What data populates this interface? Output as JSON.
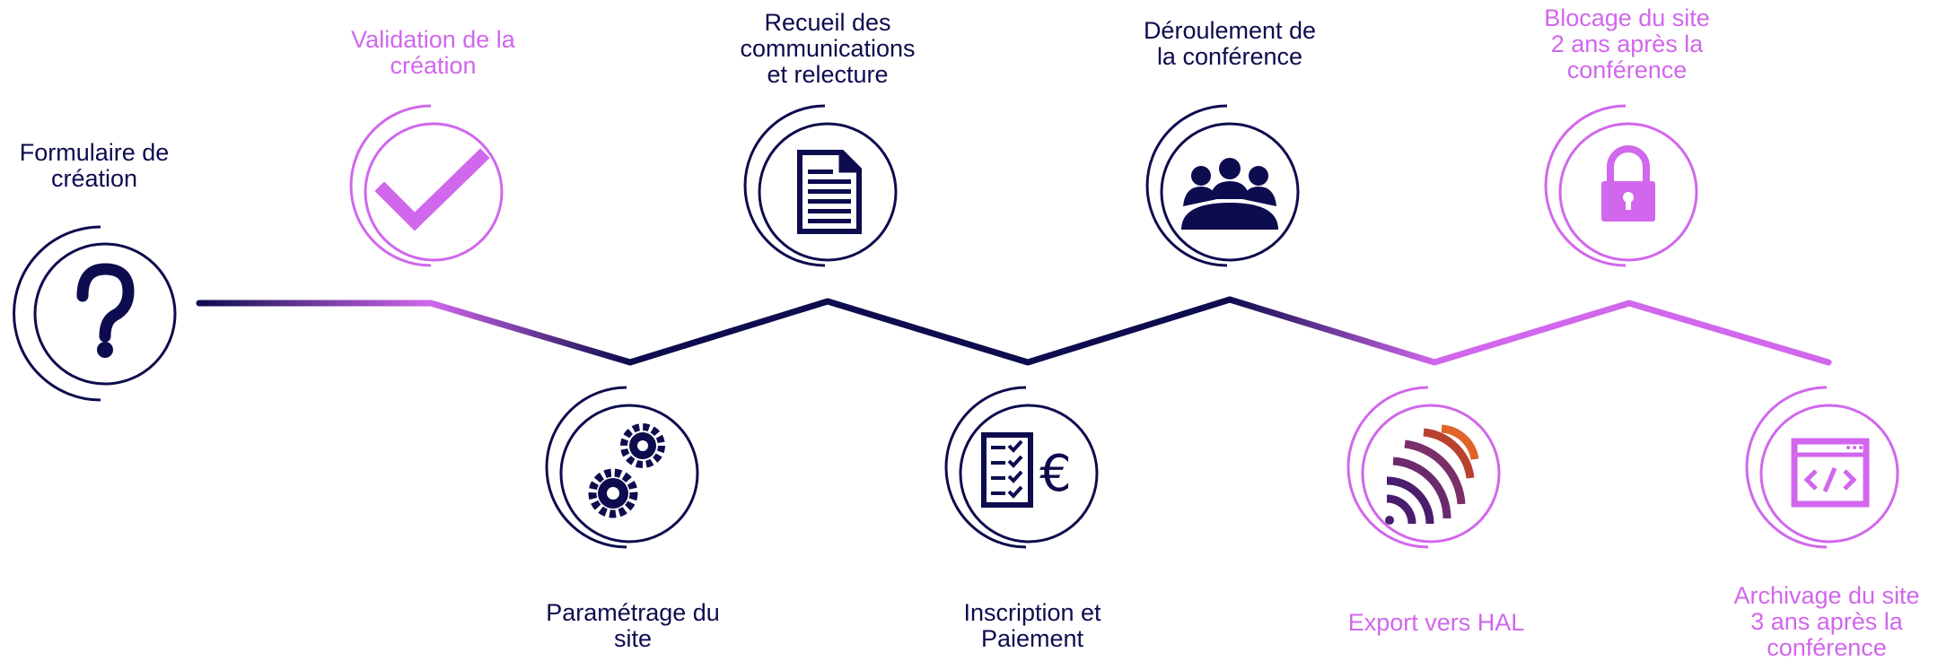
{
  "colors": {
    "navy": "#0d0c4e",
    "pink": "#d167ec",
    "hal_colors": [
      "#4a1d6e",
      "#7a2e6a",
      "#b8402f",
      "#e0642a"
    ]
  },
  "steps": [
    {
      "label": "Formulaire de\ncréation",
      "icon": "question-mark-icon",
      "color": "navy"
    },
    {
      "label": "Validation de la\ncréation",
      "icon": "checkmark-icon",
      "color": "pink"
    },
    {
      "label": "Paramétrage du\nsite",
      "icon": "gears-icon",
      "color": "navy"
    },
    {
      "label": "Recueil des\ncommunications\net relecture",
      "icon": "document-icon",
      "color": "navy"
    },
    {
      "label": "Inscription et\nPaiement",
      "icon": "checklist-euro-icon",
      "color": "navy"
    },
    {
      "label": "Déroulement de\nla conférence",
      "icon": "audience-icon",
      "color": "navy"
    },
    {
      "label": "Export vers HAL",
      "icon": "hal-logo-icon",
      "color": "pink"
    },
    {
      "label": "Blocage du site\n2 ans après la\nconférence",
      "icon": "padlock-icon",
      "color": "pink"
    },
    {
      "label": "Archivage du site\n3 ans après la\nconférence",
      "icon": "code-window-icon",
      "color": "pink"
    }
  ]
}
